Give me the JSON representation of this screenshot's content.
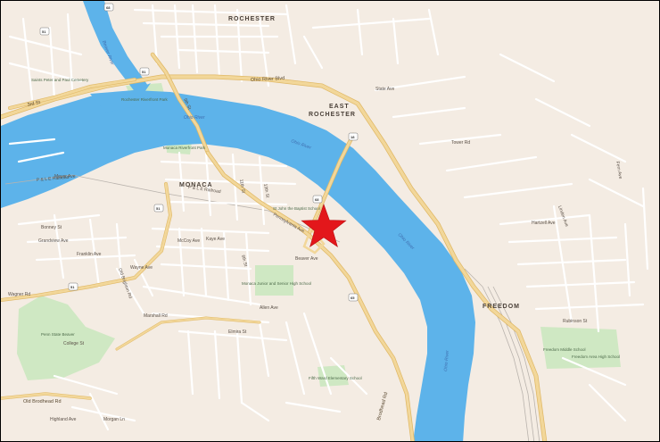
{
  "colors": {
    "land": "#f4ece3",
    "water": "#5db3ea",
    "water_edge": "#4aa2dd",
    "park": "#cfe8c3",
    "major_road": "#f2d79a",
    "major_road_edge": "#e0b865",
    "minor_road": "#ffffff",
    "minor_road_edge": "#e3d8cc",
    "rail": "#b9b3ad",
    "marker": "#e3171b"
  },
  "places": {
    "rochester": "ROCHESTER",
    "east": "EAST",
    "east_rochester": "ROCHESTER",
    "monaca": "MONACA",
    "freedom": "FREEDOM"
  },
  "roads": {
    "ohio_river_blvd": "Ohio River Blvd",
    "third_st": "3rd St",
    "pennsylvania_ave": "Pennsylvania Ave",
    "moyer_ave": "Moyer Ave",
    "brodhead_rd": "Old Brodhead Rd",
    "brodhead_rd_2": "Brodhead Rd",
    "marshall_rd": "Marshall Rd",
    "wayne_ave": "Wayne Ave",
    "ninth_st": "9th St",
    "hartzell_ave": "Hartzell Ave",
    "state_ave": "State Ave",
    "allen_ave": "Allen Ave",
    "college_st": "College St",
    "beaver_ave": "Beaver Ave",
    "highland_ave": "Highland Ave",
    "morgan_ln": "Morgan Ln",
    "elmira_st": "Elmira St",
    "mccoy_ave": "McCoy Ave",
    "kaye_ave": "Kaye Ave",
    "franklin_ave": "Franklin Ave",
    "tower_rd": "Tower Rd",
    "bonney_st": "Bonney St",
    "grandview_ave": "Grandview Ave",
    "wagner_rd": "Wagner Rd",
    "old_brighton_rd": "Old Brighton Rd",
    "sixth_st": "6th St",
    "fern_ave": "Fern Ave",
    "linden_ave": "Linden Ave",
    "eleventh_st": "11th St",
    "rail_line": "P & L E Railroad",
    "rail_line_2": "P & L E Railroad",
    "thirteenth_st": "13th St",
    "rubinson_st": "Rubinson St"
  },
  "rivers": {
    "ohio_river_1": "Ohio River",
    "ohio_river_2": "Ohio River",
    "ohio_river_3": "Ohio River",
    "ohio_river_4": "Ohio River",
    "beaver_river": "Beaver River"
  },
  "pois": {
    "park_north": "Rochester Riverfront Park",
    "park_west": "Monaca Riverfront Park",
    "school_monaca": "Monaca Junior and Senior High School",
    "school_penn": "Penn State Beaver",
    "school_freedom_mid": "Freedom Middle School",
    "school_freedom_high": "Freedom Area High School",
    "school_fifth": "Fifth Ward Elementary School",
    "school_st_john": "St John the Baptist School",
    "church_sts": "Saints Peter and Paul Cemetery"
  },
  "shields": {
    "s1": "68",
    "s2": "51",
    "s3": "51",
    "s4": "18",
    "s5": "68",
    "s6": "51",
    "s7": "51",
    "s8": "65"
  },
  "marker": {
    "icon": "star-marker-icon"
  }
}
